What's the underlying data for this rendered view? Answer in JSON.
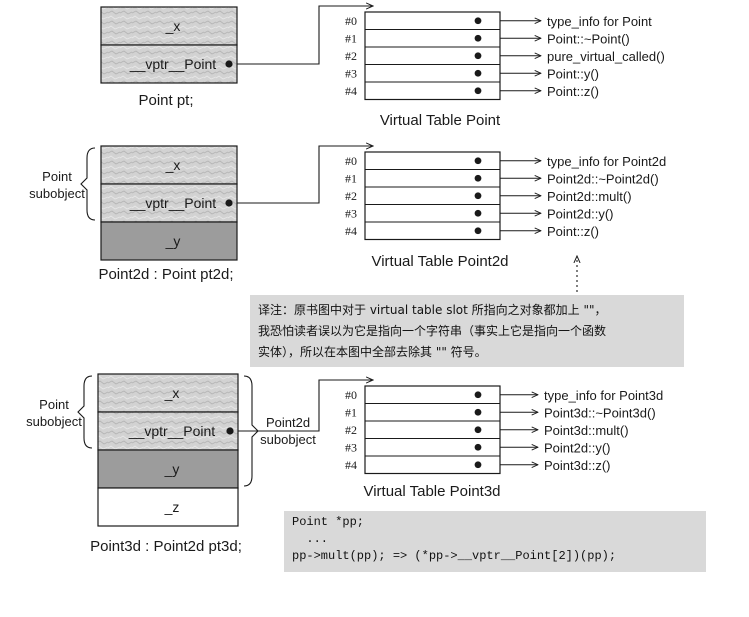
{
  "objects": [
    {
      "id": "pt",
      "caption": "Point pt;",
      "fields": [
        "_x",
        "__vptr__Point"
      ],
      "subobjects": []
    },
    {
      "id": "pt2d",
      "caption": "Point2d : Point pt2d;",
      "fields": [
        "_x",
        "__vptr__Point",
        "_y"
      ],
      "subobjects": [
        {
          "lines": [
            "Point",
            "subobject"
          ],
          "side": "left",
          "covers": [
            0,
            1
          ]
        }
      ]
    },
    {
      "id": "pt3d",
      "caption": "Point3d : Point2d pt3d;",
      "fields": [
        "_x",
        "__vptr__Point",
        "_y",
        "_z"
      ],
      "subobjects": [
        {
          "lines": [
            "Point",
            "subobject"
          ],
          "side": "left",
          "covers": [
            0,
            1
          ]
        },
        {
          "lines": [
            "Point2d",
            "subobject"
          ],
          "side": "right",
          "covers": [
            0,
            2
          ]
        }
      ]
    }
  ],
  "tables": [
    {
      "id": "vt-point",
      "caption": "Virtual Table Point",
      "slots": [
        "#0",
        "#1",
        "#2",
        "#3",
        "#4"
      ],
      "entries": [
        "type_info for Point",
        "Point::~Point()",
        "pure_virtual_called()",
        "Point::y()",
        "Point::z()"
      ]
    },
    {
      "id": "vt-point2d",
      "caption": "Virtual Table Point2d",
      "slots": [
        "#0",
        "#1",
        "#2",
        "#3",
        "#4"
      ],
      "entries": [
        "type_info for Point2d",
        "Point2d::~Point2d()",
        "Point2d::mult()",
        "Point2d::y()",
        "Point::z()"
      ]
    },
    {
      "id": "vt-point3d",
      "caption": "Virtual Table Point3d",
      "slots": [
        "#0",
        "#1",
        "#2",
        "#3",
        "#4"
      ],
      "entries": [
        "type_info for Point3d",
        "Point3d::~Point3d()",
        "Point3d::mult()",
        "Point2d::y()",
        "Point3d::z()"
      ]
    }
  ],
  "note": {
    "lines": [
      "译注：原书图中对于 virtual table slot 所指向之对象都加上 \"\"，",
      "我恐怕读者误以为它是指向一个字符串（事实上它是指向一个函数",
      "实体），所以在本图中全部去除其 \"\" 符号。"
    ]
  },
  "code": {
    "lines": [
      "Point *pp;",
      "  ...",
      "pp->mult(pp); => (*pp->__vptr__Point[2])(pp);"
    ]
  },
  "colors": {
    "ink": "#1a1a1a",
    "field_texture": "#cfcfcf",
    "field_dark": "#9c9c9c",
    "note_bg": "#d9d9d9"
  }
}
